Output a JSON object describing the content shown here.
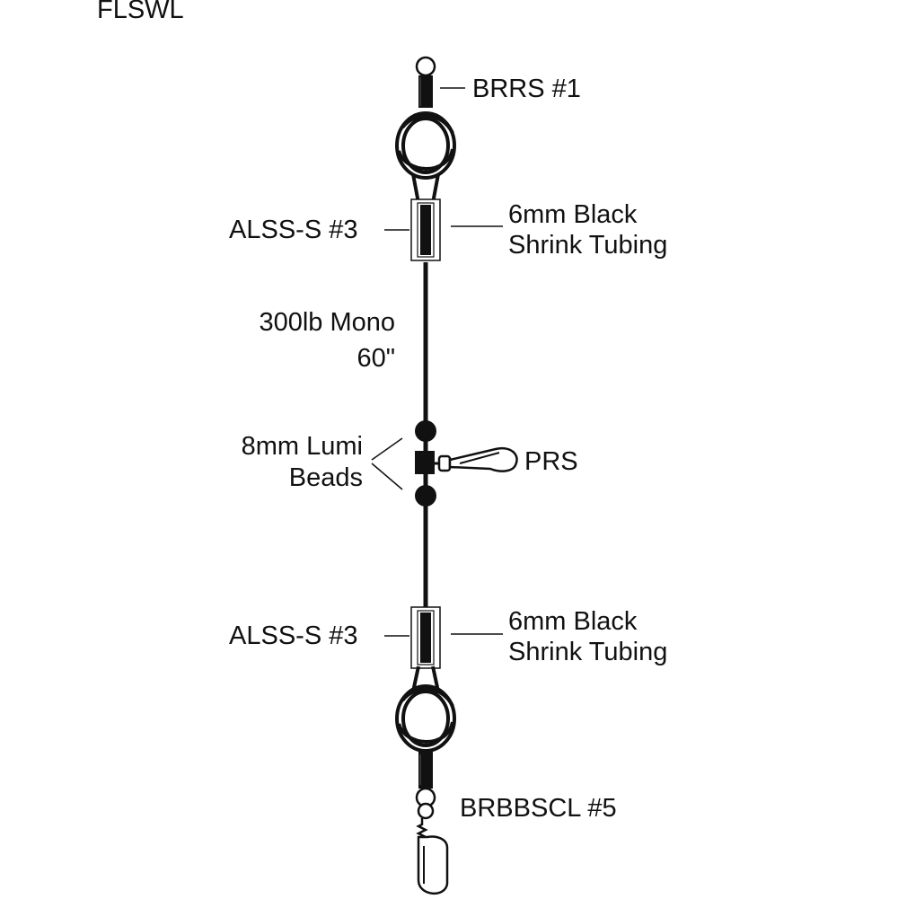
{
  "title": "FLSWL",
  "labels": {
    "top_swivel": "BRRS #1",
    "sleeve_top": "ALSS-S #3",
    "tubing_top_line1": "6mm Black",
    "tubing_top_line2": "Shrink Tubing",
    "mono_line1": "300lb Mono",
    "mono_line2": "60\"",
    "beads_line1": "8mm Lumi",
    "beads_line2": "Beads",
    "snap": "PRS",
    "sleeve_bottom": "ALSS-S #3",
    "tubing_bottom_line1": "6mm Black",
    "tubing_bottom_line2": "Shrink Tubing",
    "bottom_swivel": "BRBBSCL #5"
  },
  "colors": {
    "ink": "#111111",
    "background": "#ffffff"
  }
}
